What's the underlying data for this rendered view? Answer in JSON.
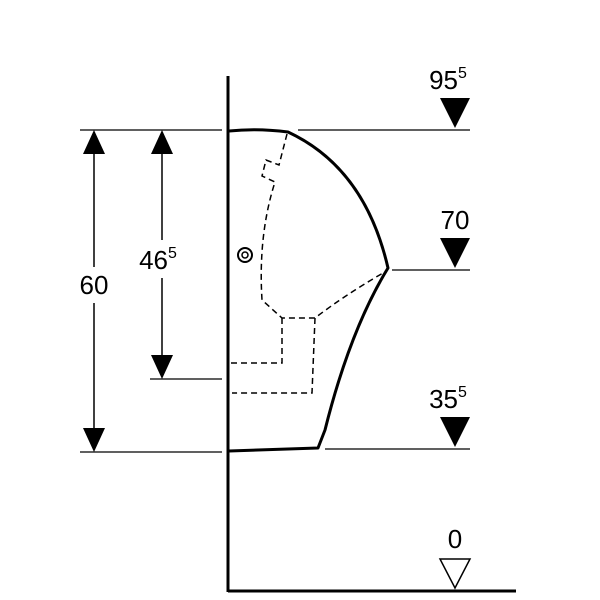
{
  "diagram": {
    "dimensions": {
      "overall_height": "60",
      "inlet_height": {
        "main": "46",
        "sup": "5"
      }
    },
    "levels": [
      {
        "main": "95",
        "sup": "5",
        "marker": "filled-triangle"
      },
      {
        "main": "70",
        "sup": "",
        "marker": "filled-triangle"
      },
      {
        "main": "35",
        "sup": "5",
        "marker": "filled-triangle"
      },
      {
        "main": "0",
        "sup": "",
        "marker": "hollow-triangle"
      }
    ]
  }
}
